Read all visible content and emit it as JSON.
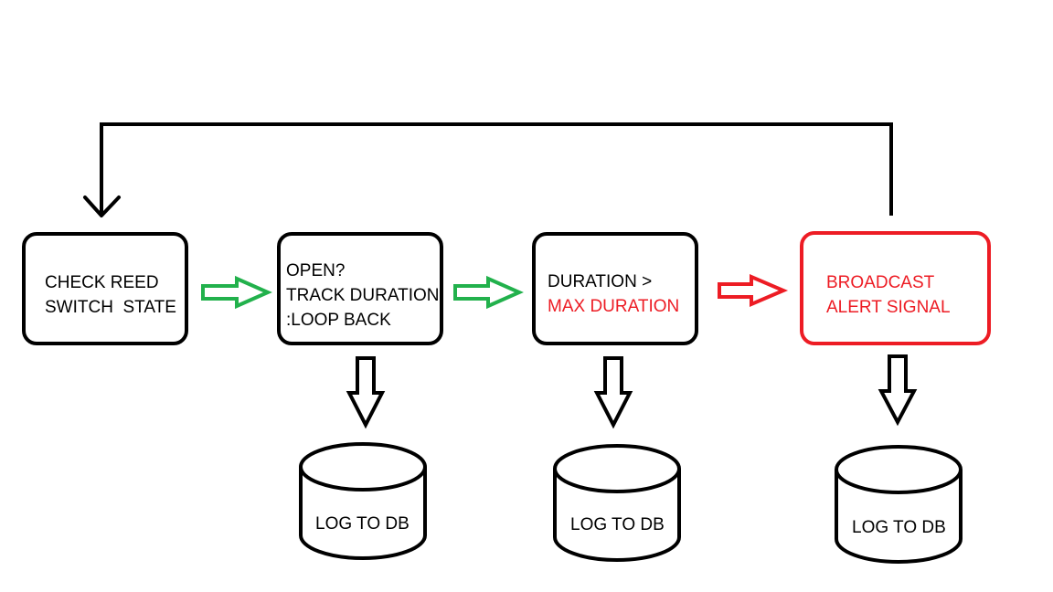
{
  "colors": {
    "stroke": "#000000",
    "flow_arrow": "#22b14c",
    "alert": "#ed1c24",
    "background": "#ffffff"
  },
  "steps": {
    "check": {
      "lines": [
        "CHECK REED",
        "SWITCH  STATE"
      ]
    },
    "track": {
      "lines": [
        "OPEN?",
        "TRACK DURATION",
        ":LOOP BACK"
      ]
    },
    "duration": {
      "line1": "DURATION >",
      "line2": "MAX DURATION"
    },
    "broadcast": {
      "lines": [
        "BROADCAST",
        "ALERT SIGNAL"
      ]
    }
  },
  "databases": [
    {
      "label": "LOG TO DB"
    },
    {
      "label": "LOG TO DB"
    },
    {
      "label": "LOG TO DB"
    }
  ],
  "icons": {
    "flow_arrow": "hollow-right-arrow-icon",
    "log_arrow": "hollow-down-arrow-icon",
    "loop_arrow": "open-down-arrowhead-icon",
    "database": "cylinder-database-icon"
  }
}
